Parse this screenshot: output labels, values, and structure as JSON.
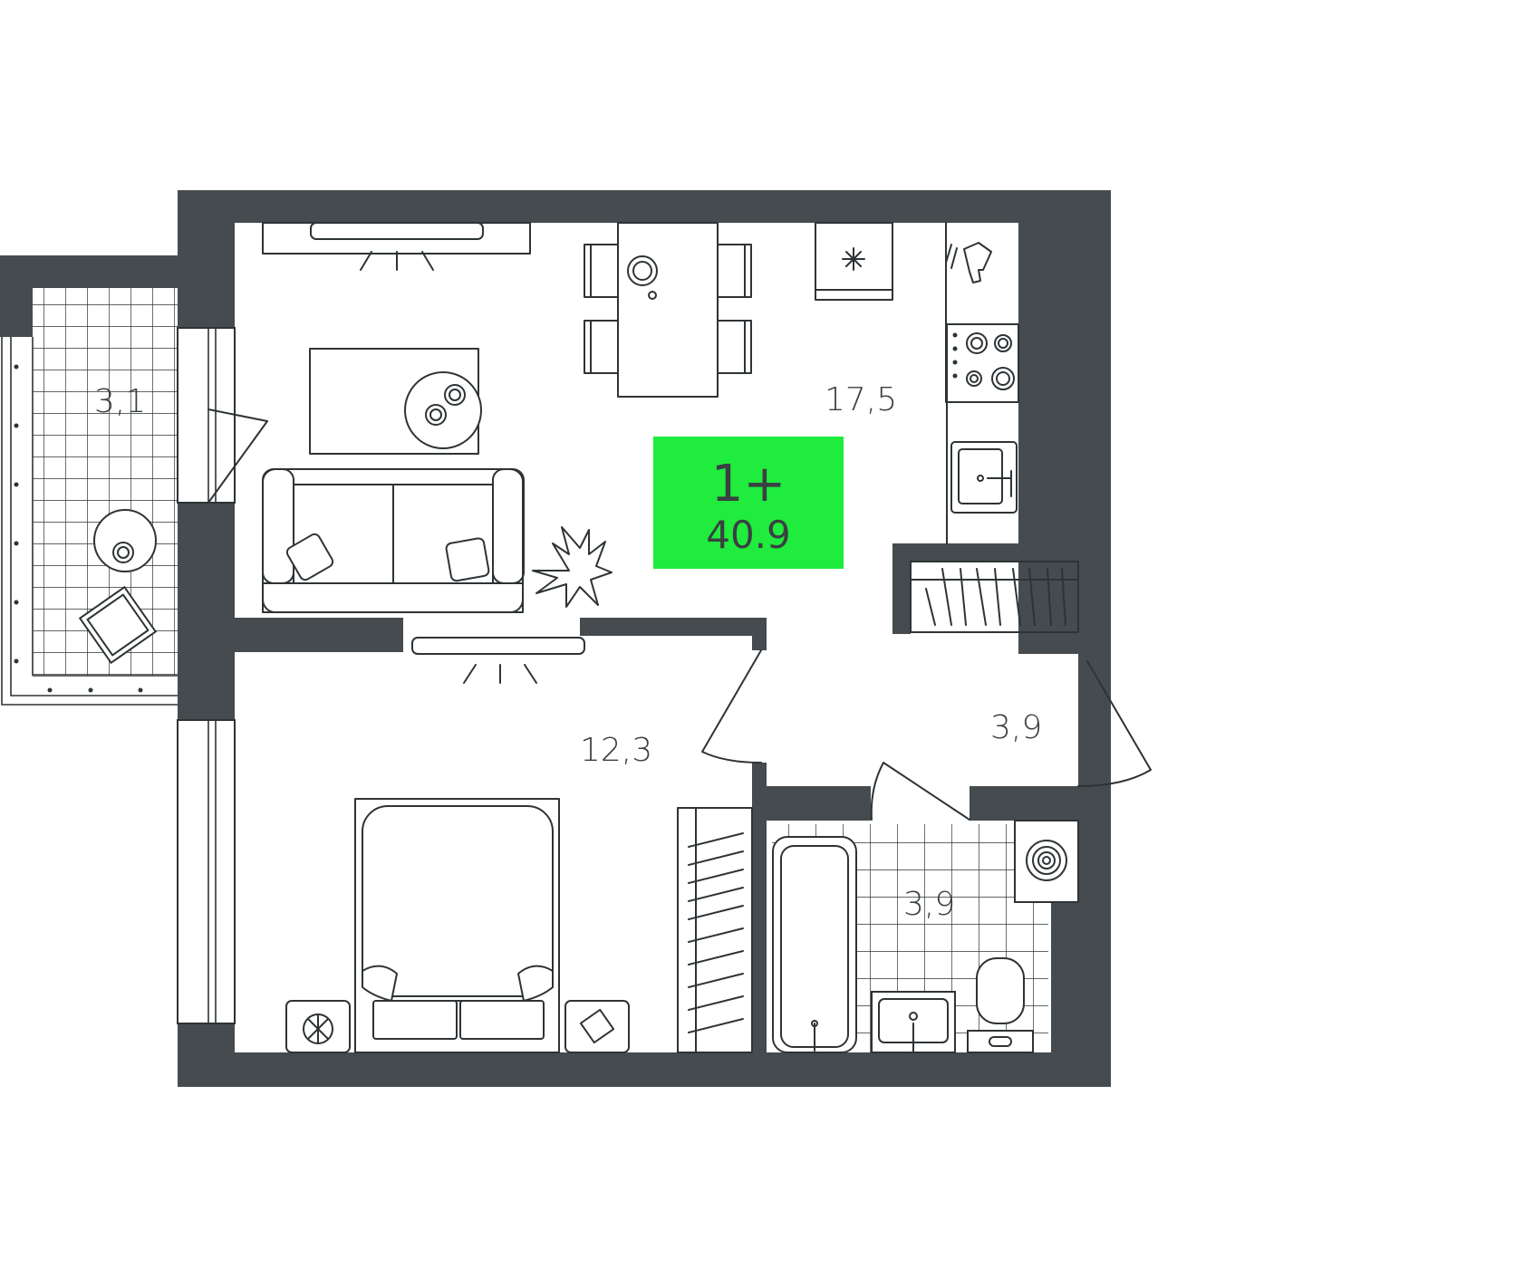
{
  "badge": {
    "rooms": "1+",
    "total_area": "40.9",
    "color": "#1fec3d"
  },
  "colors": {
    "wall": "#454b4e",
    "line": "#2e3336"
  },
  "rooms": {
    "living_kitchen": {
      "area": "17,5"
    },
    "bedroom": {
      "area": "12,3"
    },
    "hall": {
      "area": "3,9"
    },
    "bathroom": {
      "area": "3,9"
    },
    "balcony": {
      "area": "3,1"
    }
  }
}
